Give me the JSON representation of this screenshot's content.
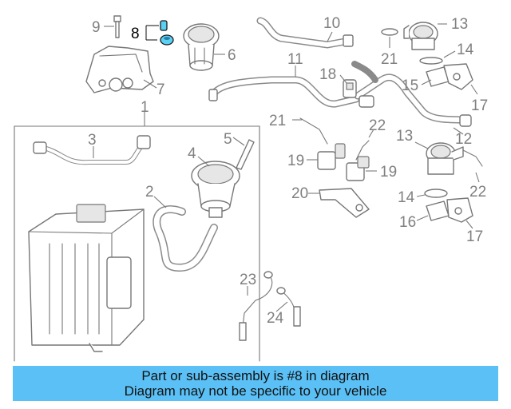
{
  "diagram": {
    "highlighted_callout": "8",
    "highlight_color": "#5ad0f5",
    "callouts": {
      "c1": "1",
      "c2": "2",
      "c3": "3",
      "c4": "4",
      "c5": "5",
      "c6": "6",
      "c7": "7",
      "c8": "8",
      "c9": "9",
      "c10": "10",
      "c11": "11",
      "c12": "12",
      "c13a": "13",
      "c13b": "13",
      "c14a": "14",
      "c14b": "14",
      "c15": "15",
      "c16": "16",
      "c17a": "17",
      "c17b": "17",
      "c18": "18",
      "c19a": "19",
      "c19b": "19",
      "c20": "20",
      "c21a": "21",
      "c21b": "21",
      "c22a": "22",
      "c22b": "22",
      "c23": "23",
      "c24": "24"
    }
  },
  "banner": {
    "background_color": "#5bc0f5",
    "line1": "Part or sub-assembly is #8 in diagram",
    "line2": "Diagram may not be specific to your vehicle"
  }
}
